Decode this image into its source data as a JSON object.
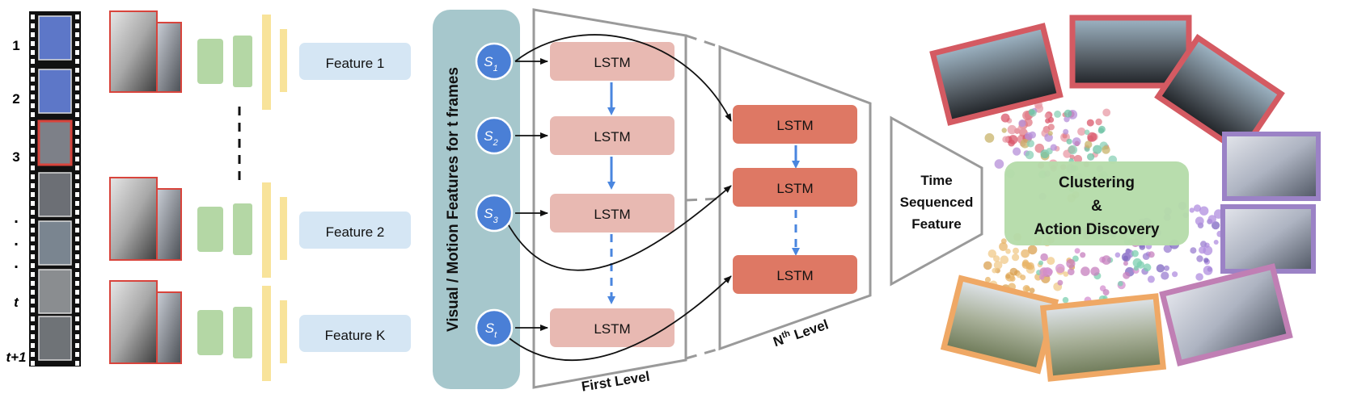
{
  "frame_labels": [
    "1",
    "2",
    "3",
    ".",
    ".",
    ".",
    "t",
    "t+1"
  ],
  "features": [
    "Feature 1",
    "Feature 2",
    "Feature K"
  ],
  "visual_panel_label": "Visual / Motion Features for t frames",
  "states": [
    {
      "base": "S",
      "sub": "1"
    },
    {
      "base": "S",
      "sub": "2"
    },
    {
      "base": "S",
      "sub": "3"
    },
    {
      "base": "S",
      "sub": "t"
    }
  ],
  "lstm_label": "LSTM",
  "first_level_label": "First Level",
  "nth_level": {
    "base": "N",
    "sup": "th",
    "rest": " Level"
  },
  "time_sequenced_lines": [
    "Time",
    "Sequenced",
    "Feature"
  ],
  "clustering_lines": [
    "Clustering",
    "&",
    "Action Discovery"
  ],
  "colors": {
    "panel_teal": "#a6c7cc",
    "state_blue": "#4a7fd6",
    "lstm_light": "#e8b9b2",
    "lstm_dark": "#de7864",
    "feature_blue": "#d5e6f4",
    "green_block": "#b4d7a5",
    "yellow_bar": "#f8e39a",
    "arrow_blue": "#4a86df",
    "cluster_green": "#b5dcaa",
    "frame_red": "#d45a62",
    "frame_purple": "#9b82c6",
    "frame_orange": "#efa865",
    "frame_pink": "#c07fb4"
  }
}
